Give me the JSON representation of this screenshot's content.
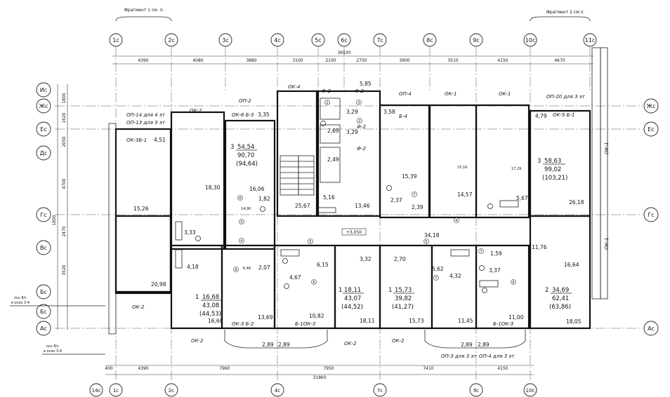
{
  "fragments": [
    {
      "id": "fr1",
      "label": "Фрагмент 1 см. л."
    },
    {
      "id": "fr2",
      "label": "Фрагмент 2 см.л."
    }
  ],
  "grid_columns": [
    "1с",
    "2с",
    "3с",
    "4с",
    "5с",
    "6с",
    "7с",
    "8с",
    "9с",
    "10с",
    "11с"
  ],
  "grid_columns_bottom": [
    "14с",
    "1с",
    "2с",
    "4с",
    "7с",
    "9с",
    "10с"
  ],
  "grid_rows_left": [
    "Ис",
    "Жс",
    "Ес",
    "Дс",
    "Гс",
    "Вс",
    "Бс",
    "Бс",
    "Ас"
  ],
  "grid_rows_right": [
    "Жс",
    "Ес",
    "Гс",
    "Ас"
  ],
  "dims_top_total": "36530",
  "dims_top": [
    "4390",
    "4080",
    "3880",
    "3100",
    "2100",
    "2750",
    "3900",
    "3510",
    "4150",
    "4670"
  ],
  "dims_bottom": [
    "400",
    "4390",
    "7960",
    "7950",
    "7410",
    "4150"
  ],
  "dims_bottom_total": "31860",
  "dims_left": [
    "1800",
    "1620",
    "2050",
    "4700",
    "1800",
    "2470",
    "3520"
  ],
  "axis_notes": [
    "ось 8/с",
    "в осях 3-4",
    "ось 8/с",
    "в осях 3-4"
  ],
  "elevation_mark": "+3,050",
  "window_labels": [
    "ОК-4",
    "ОП-2",
    "ОК-2",
    "ОП-4",
    "ОК-1",
    "ОК-1",
    "ОП-20 для 3 эт",
    "ОП-14 для 4 эт",
    "ОП-13 для 3 эт",
    "ОК-6 Б-3",
    "ОК-3Б-1",
    "ОК-5 Б-1",
    "Б-4",
    "ОК-2",
    "ОК-3 Б-2",
    "Б-1ОК-3",
    "Б-1ОК-3",
    "ОК-2",
    "ОК-2",
    "ОК-2",
    "ОП-3 для 3 эт",
    "ОП-4 для 3 эт",
    "ОК-1",
    "ОК-1",
    "Ф-2",
    "Ф-2",
    "Ф-2",
    "Ф-2"
  ],
  "room_areas": [
    "5,85",
    "3,35",
    "4,51",
    "3,58",
    "4,79",
    "3,29",
    "2,69",
    "3,29",
    "2,49",
    "18,30",
    "16,06",
    "1,82",
    "14,90",
    "15,26",
    "25,67",
    "5,16",
    "13,46",
    "15,39",
    "15,16",
    "17,29",
    "14,57",
    "2,37",
    "2,39",
    "5,67",
    "26,18",
    "3,33",
    "34,18",
    "1,59",
    "11,76",
    "3,32",
    "6,15",
    "2,70",
    "4,18",
    "6,46",
    "2,07",
    "4,67",
    "5,62",
    "4,32",
    "3,37",
    "16,64",
    "20,98",
    "13,69",
    "16,68",
    "10,82",
    "18,11",
    "15,73",
    "11,45",
    "11,00",
    "18,05",
    "2,89",
    "2,89",
    "2,89",
    "2,89"
  ],
  "apartments": [
    {
      "num": "3",
      "living": "54,54",
      "total": "90,70",
      "extra": "(94,64)"
    },
    {
      "num": "3",
      "living": "58,63",
      "total": "99,02",
      "extra": "(103,21)"
    },
    {
      "num": "1",
      "living": "16,68",
      "total": "43,08",
      "extra": "(44,53)"
    },
    {
      "num": "1",
      "living": "18,11",
      "total": "43,07",
      "extra": "(44,52)"
    },
    {
      "num": "1",
      "living": "15,73",
      "total": "39,82",
      "extra": "(41,27)"
    },
    {
      "num": "2",
      "living": "34,69",
      "total": "62,41",
      "extra": "(63,86)"
    }
  ],
  "door_marks": [
    "2",
    "3",
    "5",
    "4",
    "6",
    "6",
    "7",
    "5",
    "5",
    "2",
    "7",
    "6",
    "7",
    "4",
    "6"
  ]
}
